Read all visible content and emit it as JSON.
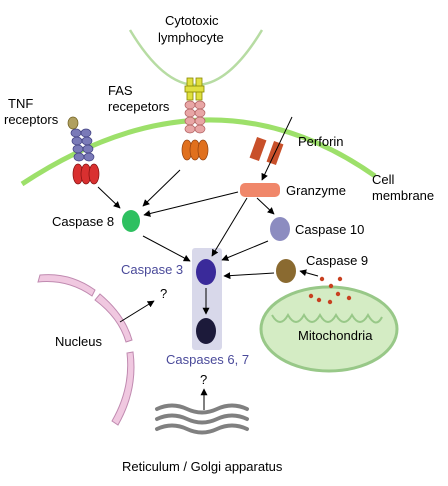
{
  "labels": {
    "cytotoxic_line1": "Cytotoxic",
    "cytotoxic_line2": "lymphocyte",
    "tnf_line1": "TNF",
    "tnf_line2": "receptors",
    "fas_line1": "FAS",
    "fas_line2": "recepetors",
    "perforin": "Perforin",
    "cell_membrane_line1": "Cell",
    "cell_membrane_line2": "membrane",
    "granzyme": "Granzyme",
    "caspase8": "Caspase 8",
    "caspase10": "Caspase 10",
    "caspase3": "Caspase 3",
    "caspase9": "Caspase 9",
    "nucleus": "Nucleus",
    "nucleus_question": "?",
    "mitochondria": "Mitochondria",
    "caspases67": "Caspases 6, 7",
    "golgi_question": "?",
    "golgi": "Reticulum / Golgi apparatus"
  },
  "colors": {
    "membrane": "#9de06a",
    "lymphocyte_membrane": "#b7dca3",
    "fas_ligand": "#e0e040",
    "fas_beads": "#e8a6a6",
    "fas_anchor": "#e0701e",
    "tnf_beads": "#7a7ab8",
    "tnf_cap": "#b0a060",
    "tnf_anchor": "#d93030",
    "perforin": "#c8502a",
    "granzyme": "#f0876a",
    "caspase8": "#2ec060",
    "caspase10": "#8c8cc0",
    "caspase3": "#3a2a9a",
    "caspase67": "#1c1a3a",
    "caspase9": "#8a6a30",
    "caspase_box": "#d8d8ea",
    "nucleus_envelope": "#f0c8e0",
    "mitochondria_fill": "#d4ecc4",
    "mitochondria_stroke": "#98c888",
    "cytochrome_dots": "#c84020",
    "golgi": "#808080"
  }
}
